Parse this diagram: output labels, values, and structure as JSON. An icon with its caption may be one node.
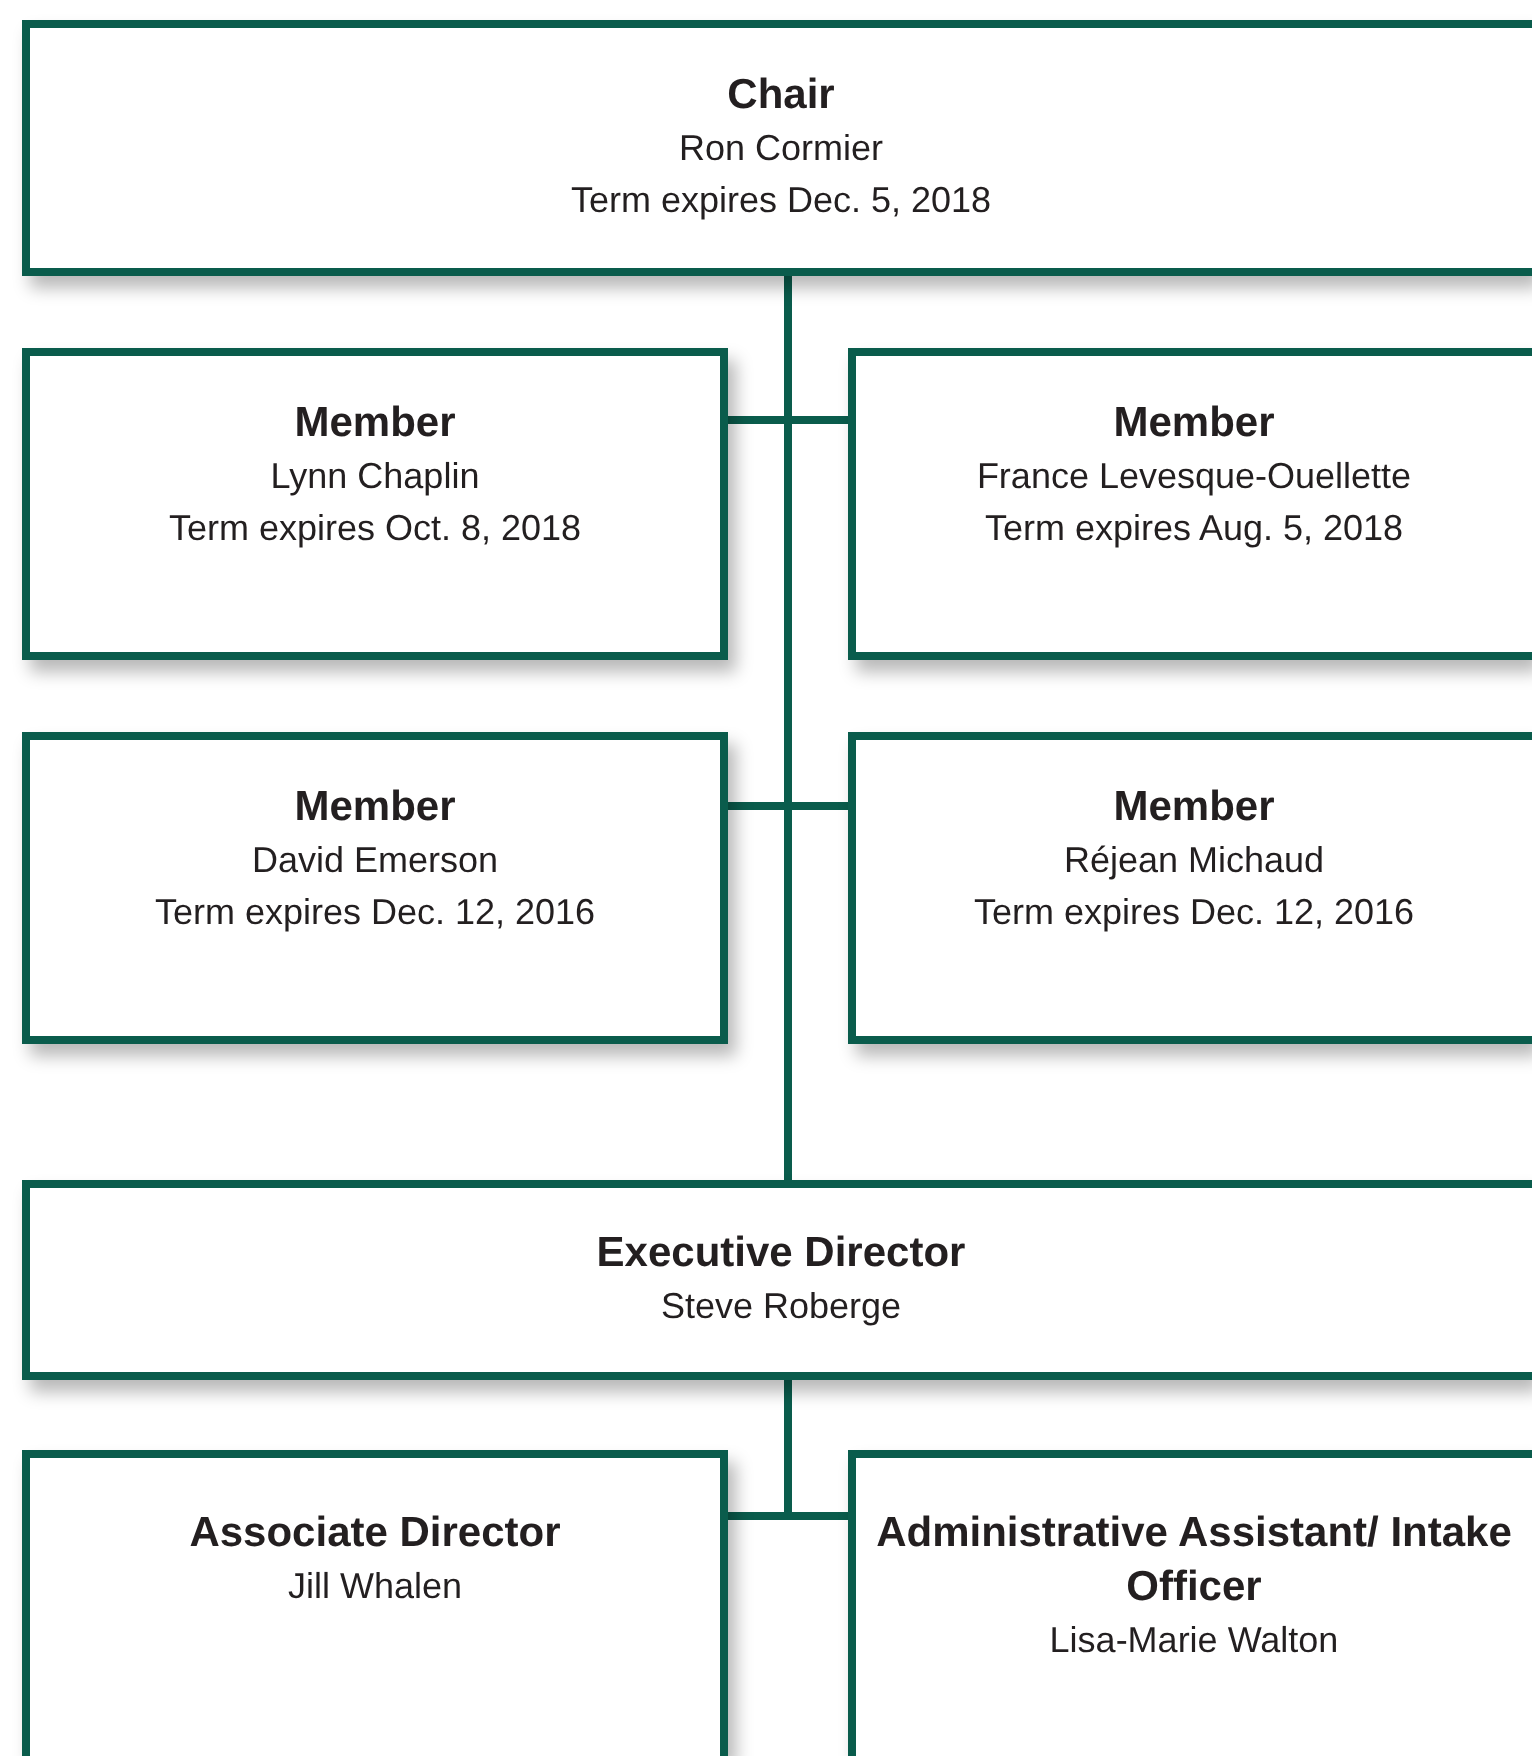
{
  "diagram": {
    "nodes": [
      {
        "text": [
          "Chair",
          "Ron Cormier",
          "Term expires Dec. 5, 2018"
        ]
      },
      {
        "text": [
          "Member",
          "Lynn Chaplin",
          "Term expires Oct. 8, 2018"
        ]
      },
      {
        "text": [
          "Member",
          "France Levesque-Ouellette",
          "Term expires Aug. 5, 2018"
        ]
      },
      {
        "text": [
          "Member",
          "David Emerson",
          "Term expires Dec. 12, 2016"
        ]
      },
      {
        "text": [
          "Member",
          "Réjean Michaud",
          "Term expires Dec. 12, 2016"
        ]
      },
      {
        "text": [
          "Executive Director",
          "Steve Roberge"
        ]
      },
      {
        "text": [
          "Associate Director",
          "Jill Whalen"
        ]
      },
      {
        "text": [
          "Administrative Assistant/ Intake Officer",
          "Lisa-Marie Walton"
        ]
      }
    ],
    "edges": [
      {
        "from": 0,
        "to": 1,
        "arrow": "none"
      },
      {
        "from": 0,
        "to": 2,
        "arrow": "none"
      },
      {
        "from": 0,
        "to": 3,
        "arrow": "none"
      },
      {
        "from": 0,
        "to": 4,
        "arrow": "none"
      },
      {
        "from": 0,
        "to": 5,
        "arrow": "none"
      },
      {
        "from": 5,
        "to": 6,
        "arrow": "none"
      },
      {
        "from": 5,
        "to": 7,
        "arrow": "none"
      }
    ]
  }
}
